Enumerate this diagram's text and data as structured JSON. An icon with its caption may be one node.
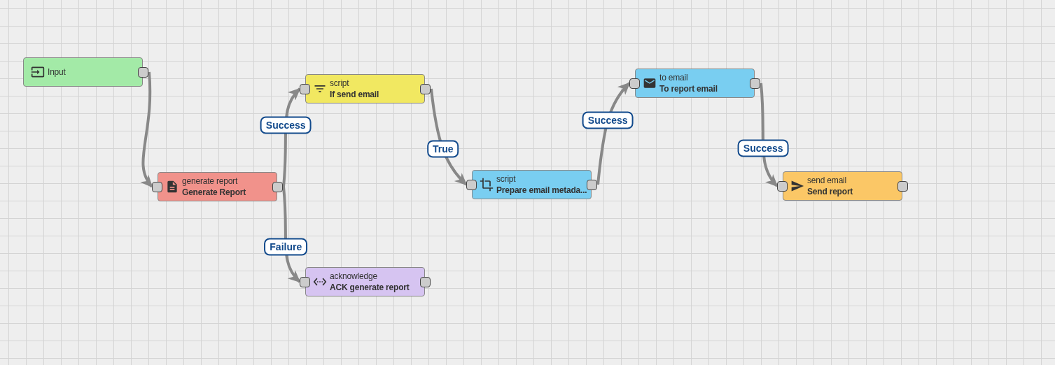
{
  "diagram": {
    "nodes": [
      {
        "text": [
          "Input"
        ]
      },
      {
        "text": [
          "generate report",
          "Generate Report"
        ]
      },
      {
        "text": [
          "script",
          "If send email"
        ]
      },
      {
        "text": [
          "acknowledge",
          "ACK generate report"
        ]
      },
      {
        "text": [
          "script",
          "Prepare email metada..."
        ]
      },
      {
        "text": [
          "to email",
          "To report email"
        ]
      },
      {
        "text": [
          "send email",
          "Send report"
        ]
      }
    ],
    "edges": [
      {
        "from": 0,
        "to": 1,
        "arrow": "to"
      },
      {
        "from": 1,
        "to": 2,
        "arrow": "to",
        "label": "Success"
      },
      {
        "from": 1,
        "to": 3,
        "arrow": "to",
        "label": "Failure"
      },
      {
        "from": 2,
        "to": 4,
        "arrow": "to",
        "label": "True"
      },
      {
        "from": 4,
        "to": 5,
        "arrow": "to",
        "label": "Success"
      },
      {
        "from": 5,
        "to": 6,
        "arrow": "to",
        "label": "Success"
      }
    ]
  }
}
